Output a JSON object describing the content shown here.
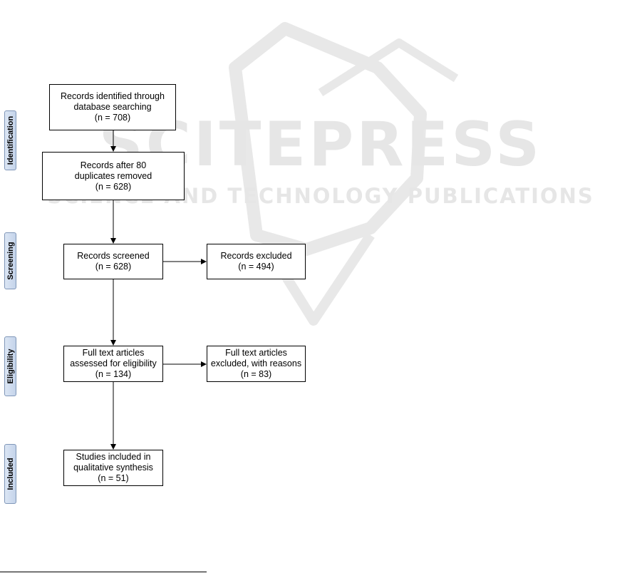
{
  "watermark": {
    "brand": "SCITEPRESS",
    "tagline": "SCIENCE AND TECHNOLOGY PUBLICATIONS"
  },
  "stages": {
    "identification": "Identification",
    "screening": "Screening",
    "eligibility": "Eligibility",
    "included": "Included"
  },
  "boxes": {
    "identified": {
      "line1": "Records identified through",
      "line2": "database searching",
      "line3": "(n = 708)"
    },
    "after_duplicates": {
      "line1": "Records after 80",
      "line2": "duplicates removed",
      "line3": "(n = 628)"
    },
    "screened": {
      "line1": "Records screened",
      "line2": "(n = 628)"
    },
    "excluded": {
      "line1": "Records excluded",
      "line2": "(n = 494)"
    },
    "full_text": {
      "line1": "Full text articles",
      "line2": "assessed for eligibility",
      "line3": "(n = 134)"
    },
    "full_text_excluded": {
      "line1": "Full text articles",
      "line2": "excluded, with reasons",
      "line3": "(n = 83)"
    },
    "included": {
      "line1": "Studies included in",
      "line2": "qualitative synthesis",
      "line3": "(n = 51)"
    }
  },
  "colors": {
    "stage_fill": "#d0dcef",
    "stage_border": "#7f96b8",
    "watermark": "#e6e6e6"
  }
}
